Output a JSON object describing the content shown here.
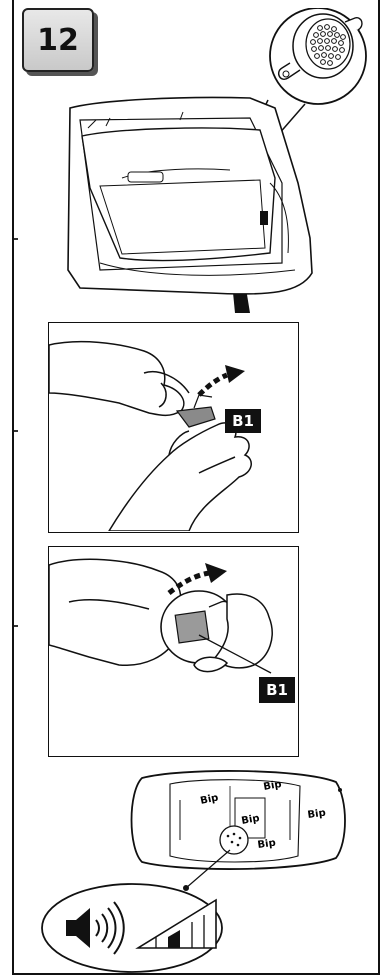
{
  "step": {
    "number": "12"
  },
  "panels": {
    "peel_label": "B1",
    "attach_label": "B1"
  },
  "car_top": {
    "sounds": [
      "Bip",
      "Bip",
      "Bip",
      "Bip",
      "Bip"
    ]
  },
  "icons": [
    "speaker-icon",
    "volume-ramp-icon",
    "buzzer-icon",
    "hand-icon",
    "arrow-icon",
    "car-icon"
  ]
}
